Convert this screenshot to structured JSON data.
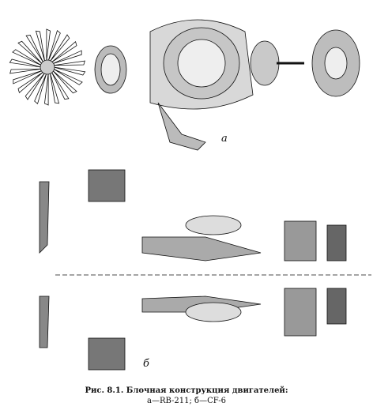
{
  "figure": {
    "label_a": "а",
    "label_b": "б",
    "caption_line1": "Рис. 8.1. Блочная конструкция двигателей:",
    "caption_line2": "а—RB-211; б—CF-6"
  }
}
